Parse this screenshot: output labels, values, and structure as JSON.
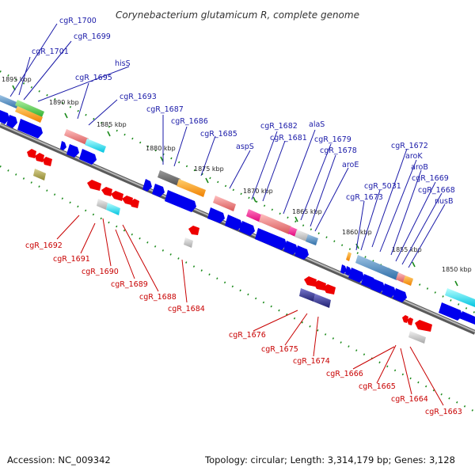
{
  "title": "Corynebacterium glutamicum R, complete genome",
  "kbp_labels": [
    "1895 kbp",
    "1890 kbp",
    "1885 kbp",
    "1880 kbp",
    "1875 kbp",
    "1870 kbp",
    "1865 kbp",
    "1860 kbp",
    "1855 kbp",
    "1850 kbp"
  ],
  "top_genes": [
    "cgR_1700",
    "cgR_1699",
    "cgR_1701",
    "hisS",
    "cgR_1695",
    "cgR_1693",
    "cgR_1687",
    "cgR_1686",
    "cgR_1685",
    "aspS",
    "cgR_1682",
    "cgR_1681",
    "alaS",
    "cgR_1679",
    "cgR_1678",
    "aroE",
    "cgR_1672",
    "aroK",
    "aroB",
    "cgR_5031",
    "cgR_1669",
    "cgR_1673",
    "cgR_1668",
    "nusB"
  ],
  "bottom_genes": [
    "cgR_1692",
    "cgR_1691",
    "cgR_1690",
    "cgR_1689",
    "cgR_1688",
    "cgR_1684",
    "cgR_1676",
    "cgR_1675",
    "cgR_1674",
    "cgR_1666",
    "cgR_1665",
    "cgR_1664",
    "cgR_1663"
  ],
  "footer": {
    "accession": "Accession: NC_009342",
    "info": "Topology: circular; Length: 3,314,179 bp; Genes: 3,128"
  },
  "colors": {
    "forward_strand": "#0000ee",
    "reverse_strand": "#ee0000",
    "top_label": "#1a1aa8",
    "bottom_label": "#c80000",
    "backbone": "#888888",
    "tick": "#1a8a1a"
  }
}
